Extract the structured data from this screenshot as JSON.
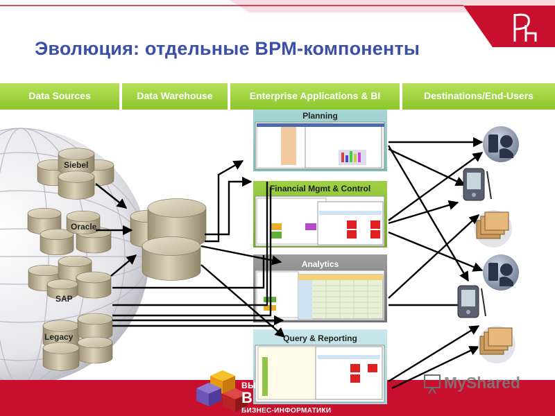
{
  "slide": {
    "title": "Эволюция: отдельные BPM-компоненты",
    "colors": {
      "accent_red": "#c8102e",
      "title_blue": "#3a4fa8",
      "header_green": "#8cc72a"
    }
  },
  "columns": [
    {
      "label": "Data Sources"
    },
    {
      "label": "Data Warehouse"
    },
    {
      "label": "Enterprise Applications & BI"
    },
    {
      "label": "Destinations/End-Users"
    }
  ],
  "sources": [
    {
      "label": "Siebel"
    },
    {
      "label": "Oracle"
    },
    {
      "label": "SAP"
    },
    {
      "label": "Legacy"
    }
  ],
  "applications": [
    {
      "label": "Planning"
    },
    {
      "label": "Financial Mgmt & Control"
    },
    {
      "label": "Analytics"
    },
    {
      "label": "Query & Reporting"
    }
  ],
  "destinations": [
    {
      "icon": "user-icon"
    },
    {
      "icon": "pda-icon"
    },
    {
      "icon": "folders-icon"
    },
    {
      "icon": "user-icon"
    },
    {
      "icon": "pda-icon"
    },
    {
      "icon": "folders-icon"
    }
  ],
  "footer": {
    "logo_partial_top": "ВЫ",
    "logo_partial_big": "В",
    "logo_subtitle": "БИЗНЕС-ИНФОРМАТИКИ",
    "watermark": "MyShared"
  }
}
